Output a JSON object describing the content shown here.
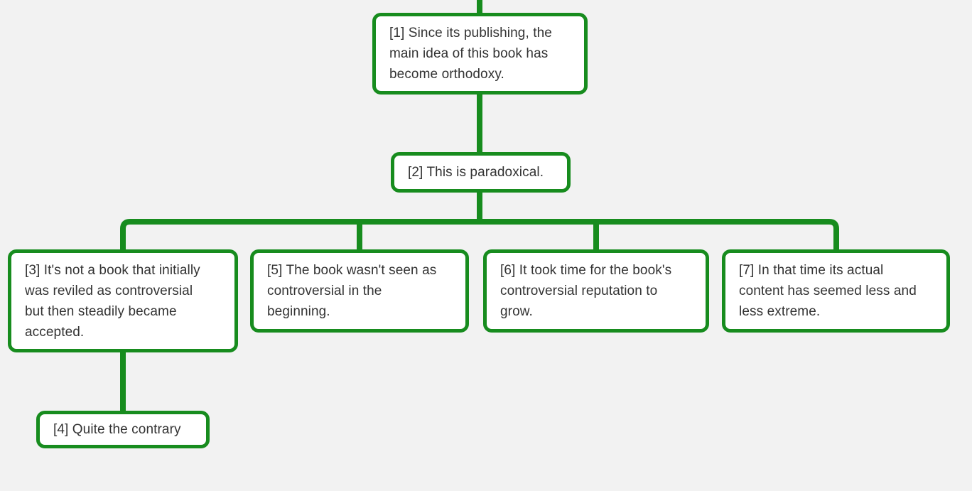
{
  "colors": {
    "green": "#178c1e",
    "bg": "#f2f2f2",
    "box-fill": "#ffffff",
    "text": "#333333"
  },
  "nodes": [
    {
      "id": "1",
      "text": "[1] Since its publishing, the\nmain idea of this book has\nbecome orthodoxy."
    },
    {
      "id": "2",
      "text": "[2] This is paradoxical."
    },
    {
      "id": "3",
      "text": "[3] It's not a book that initially\nwas reviled as controversial\nbut then steadily became\naccepted."
    },
    {
      "id": "4",
      "text": "[4] Quite the contrary"
    },
    {
      "id": "5",
      "text": "[5] The book wasn't seen as\ncontroversial in the\nbeginning."
    },
    {
      "id": "6",
      "text": "[6] It took time for the book's\ncontroversial reputation to\ngrow."
    },
    {
      "id": "7",
      "text": "[7] In that time its actual\ncontent has seemed less and\nless extreme."
    }
  ],
  "edges": [
    {
      "from": "top-edge",
      "to": "1"
    },
    {
      "from": "1",
      "to": "2"
    },
    {
      "from": "2",
      "to": "3"
    },
    {
      "from": "2",
      "to": "5"
    },
    {
      "from": "2",
      "to": "6"
    },
    {
      "from": "2",
      "to": "7"
    },
    {
      "from": "3",
      "to": "4"
    }
  ]
}
